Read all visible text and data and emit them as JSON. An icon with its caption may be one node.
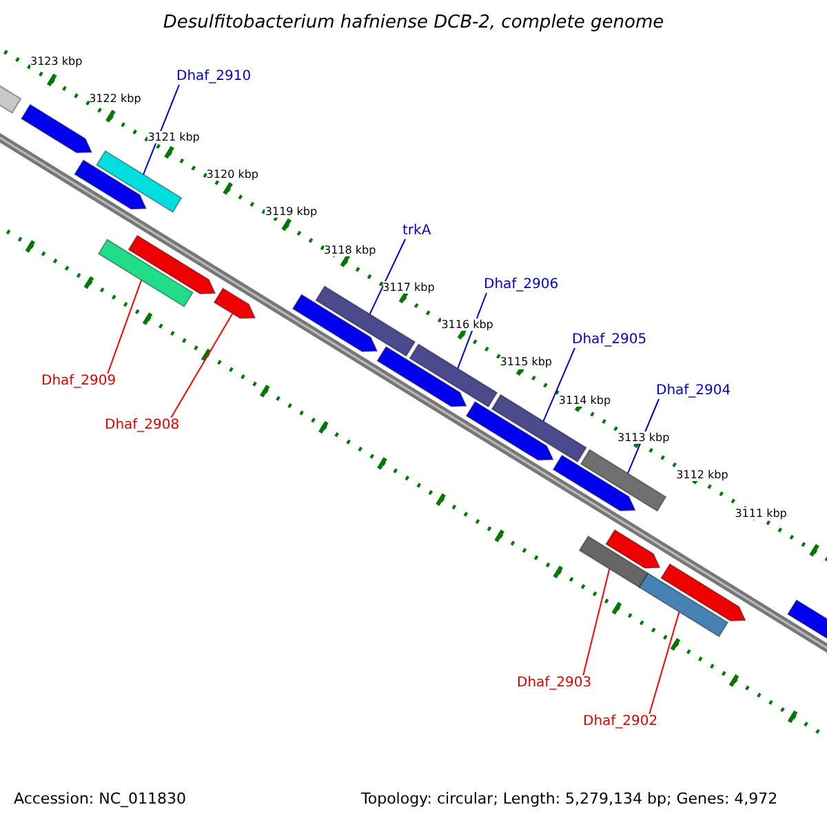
{
  "diagram": {
    "title": "Desulfitobacterium hafniense DCB-2, complete genome",
    "nodes": [
      {
        "text": [
          "Dhaf_2910"
        ]
      },
      {
        "text": [
          "trkA"
        ]
      },
      {
        "text": [
          "Dhaf_2906"
        ]
      },
      {
        "text": [
          "Dhaf_2905"
        ]
      },
      {
        "text": [
          "Dhaf_2904"
        ]
      },
      {
        "text": [
          "Dhaf_2909"
        ]
      },
      {
        "text": [
          "Dhaf_2908"
        ]
      },
      {
        "text": [
          "Dhaf_2903"
        ]
      },
      {
        "text": [
          "Dhaf_2902"
        ]
      },
      {
        "text": [],
        "shape": "bar"
      },
      {
        "text": [],
        "shape": "bar"
      },
      {
        "text": [],
        "shape": "bar"
      },
      {
        "text": [],
        "shape": "bar"
      },
      {
        "text": [],
        "shape": "bar"
      },
      {
        "text": [],
        "shape": "bar"
      },
      {
        "text": [],
        "shape": "bar"
      },
      {
        "text": [],
        "shape": "bar"
      },
      {
        "text": [],
        "shape": "bar"
      }
    ],
    "edges": [
      {
        "from": 0,
        "to": 9,
        "arrow": "none"
      },
      {
        "from": 1,
        "to": 10,
        "arrow": "none"
      },
      {
        "from": 2,
        "to": 11,
        "arrow": "none"
      },
      {
        "from": 3,
        "to": 12,
        "arrow": "none"
      },
      {
        "from": 4,
        "to": 13,
        "arrow": "none"
      },
      {
        "from": 5,
        "to": 14,
        "arrow": "none",
        "color": "#ff0000"
      },
      {
        "from": 6,
        "to": 15,
        "arrow": "none",
        "color": "#ff0000"
      },
      {
        "from": 7,
        "to": 16,
        "arrow": "none",
        "color": "#ff0000"
      },
      {
        "from": 8,
        "to": 17,
        "arrow": "none",
        "color": "#ff0000"
      }
    ],
    "labels": [
      "3123 kbp",
      "3122 kbp",
      "3121 kbp",
      "3120 kbp",
      "3119 kbp",
      "3118 kbp",
      "3117 kbp",
      "3116 kbp",
      "3115 kbp",
      "3114 kbp",
      "3113 kbp",
      "3112 kbp",
      "3111 kbp",
      "Accession: NC_011830",
      "Topology: circular; Length: 5,279,134 bp; Genes: 4,972"
    ]
  }
}
